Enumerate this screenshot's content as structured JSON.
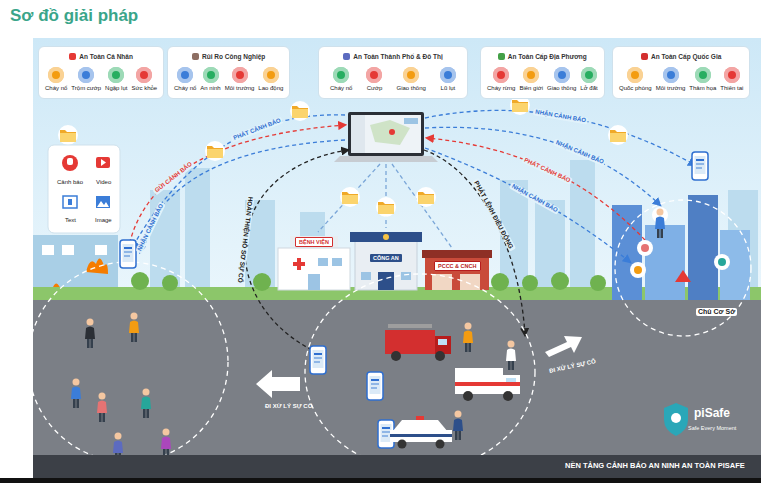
{
  "diagram": {
    "title": "Sơ đồ giải pháp",
    "nodes": [
      {
        "text": [
          "An Toàn Cá Nhân"
        ]
      },
      {
        "text": [
          "Cháy nổ"
        ],
        "in": 0
      },
      {
        "text": [
          "Trộm cướp"
        ],
        "in": 0
      },
      {
        "text": [
          "Ngập lụt"
        ],
        "in": 0
      },
      {
        "text": [
          "Sức khỏe"
        ],
        "in": 0
      },
      {
        "text": [
          "Rủi Ro Công Nghiệp"
        ]
      },
      {
        "text": [
          "Cháy nổ"
        ],
        "in": 5
      },
      {
        "text": [
          "An ninh"
        ],
        "in": 5
      },
      {
        "text": [
          "Môi trường"
        ],
        "in": 5
      },
      {
        "text": [
          "Lao động"
        ],
        "in": 5
      },
      {
        "text": [
          "An Toàn Thành Phố & Đô Thị"
        ]
      },
      {
        "text": [
          "Cháy nổ"
        ],
        "in": 10
      },
      {
        "text": [
          "Cướp"
        ],
        "in": 10
      },
      {
        "text": [
          "Giao thông"
        ],
        "in": 10
      },
      {
        "text": [
          "Lũ lụt"
        ],
        "in": 10
      },
      {
        "text": [
          "An Toàn Cấp Địa Phương"
        ]
      },
      {
        "text": [
          "Cháy rừng"
        ],
        "in": 15
      },
      {
        "text": [
          "Biên giới"
        ],
        "in": 15
      },
      {
        "text": [
          "Giao thông"
        ],
        "in": 15
      },
      {
        "text": [
          "Lở đất"
        ],
        "in": 15
      },
      {
        "text": [
          "An Toàn Cấp Quốc Gia"
        ]
      },
      {
        "text": [
          "Quốc phòng"
        ],
        "in": 20
      },
      {
        "text": [
          "Môi trường"
        ],
        "in": 20
      },
      {
        "text": [
          "Thảm họa"
        ],
        "in": 20
      },
      {
        "text": [
          "Thiên tai"
        ],
        "in": 20
      },
      {
        "text": [
          "BỆNH VIỆN"
        ]
      },
      {
        "text": [
          "CÔNG AN"
        ]
      },
      {
        "text": [
          "PCCC & CNCH"
        ]
      }
    ],
    "labels": [
      "Cảnh báo",
      "Video",
      "Text",
      "Image",
      "GỬI CẢNH BÁO",
      "PHÁT CẢNH BÁO",
      "NHẬN CẢNH BÁO",
      "HOÀN THIỆN HỒ SƠ SỰ CỐ",
      "PHÁT LỆNH ĐIỀU ĐỘNG",
      "NHẬN CẢNH BÁO",
      "NHẬN CẢNH BÁO",
      "PHÁT CẢNH BÁO",
      "NHẬN CẢNH BÁO",
      "Chủ Cơ Sở",
      "ĐI XỬ LÝ SỰ CỐ",
      "ĐI XỬ LÝ SỰ CỐ",
      "piSafe",
      "Safe Every Moment",
      "NỀN TẢNG CẢNH BÁO AN NINH AN TOÀN PISAFE"
    ]
  }
}
